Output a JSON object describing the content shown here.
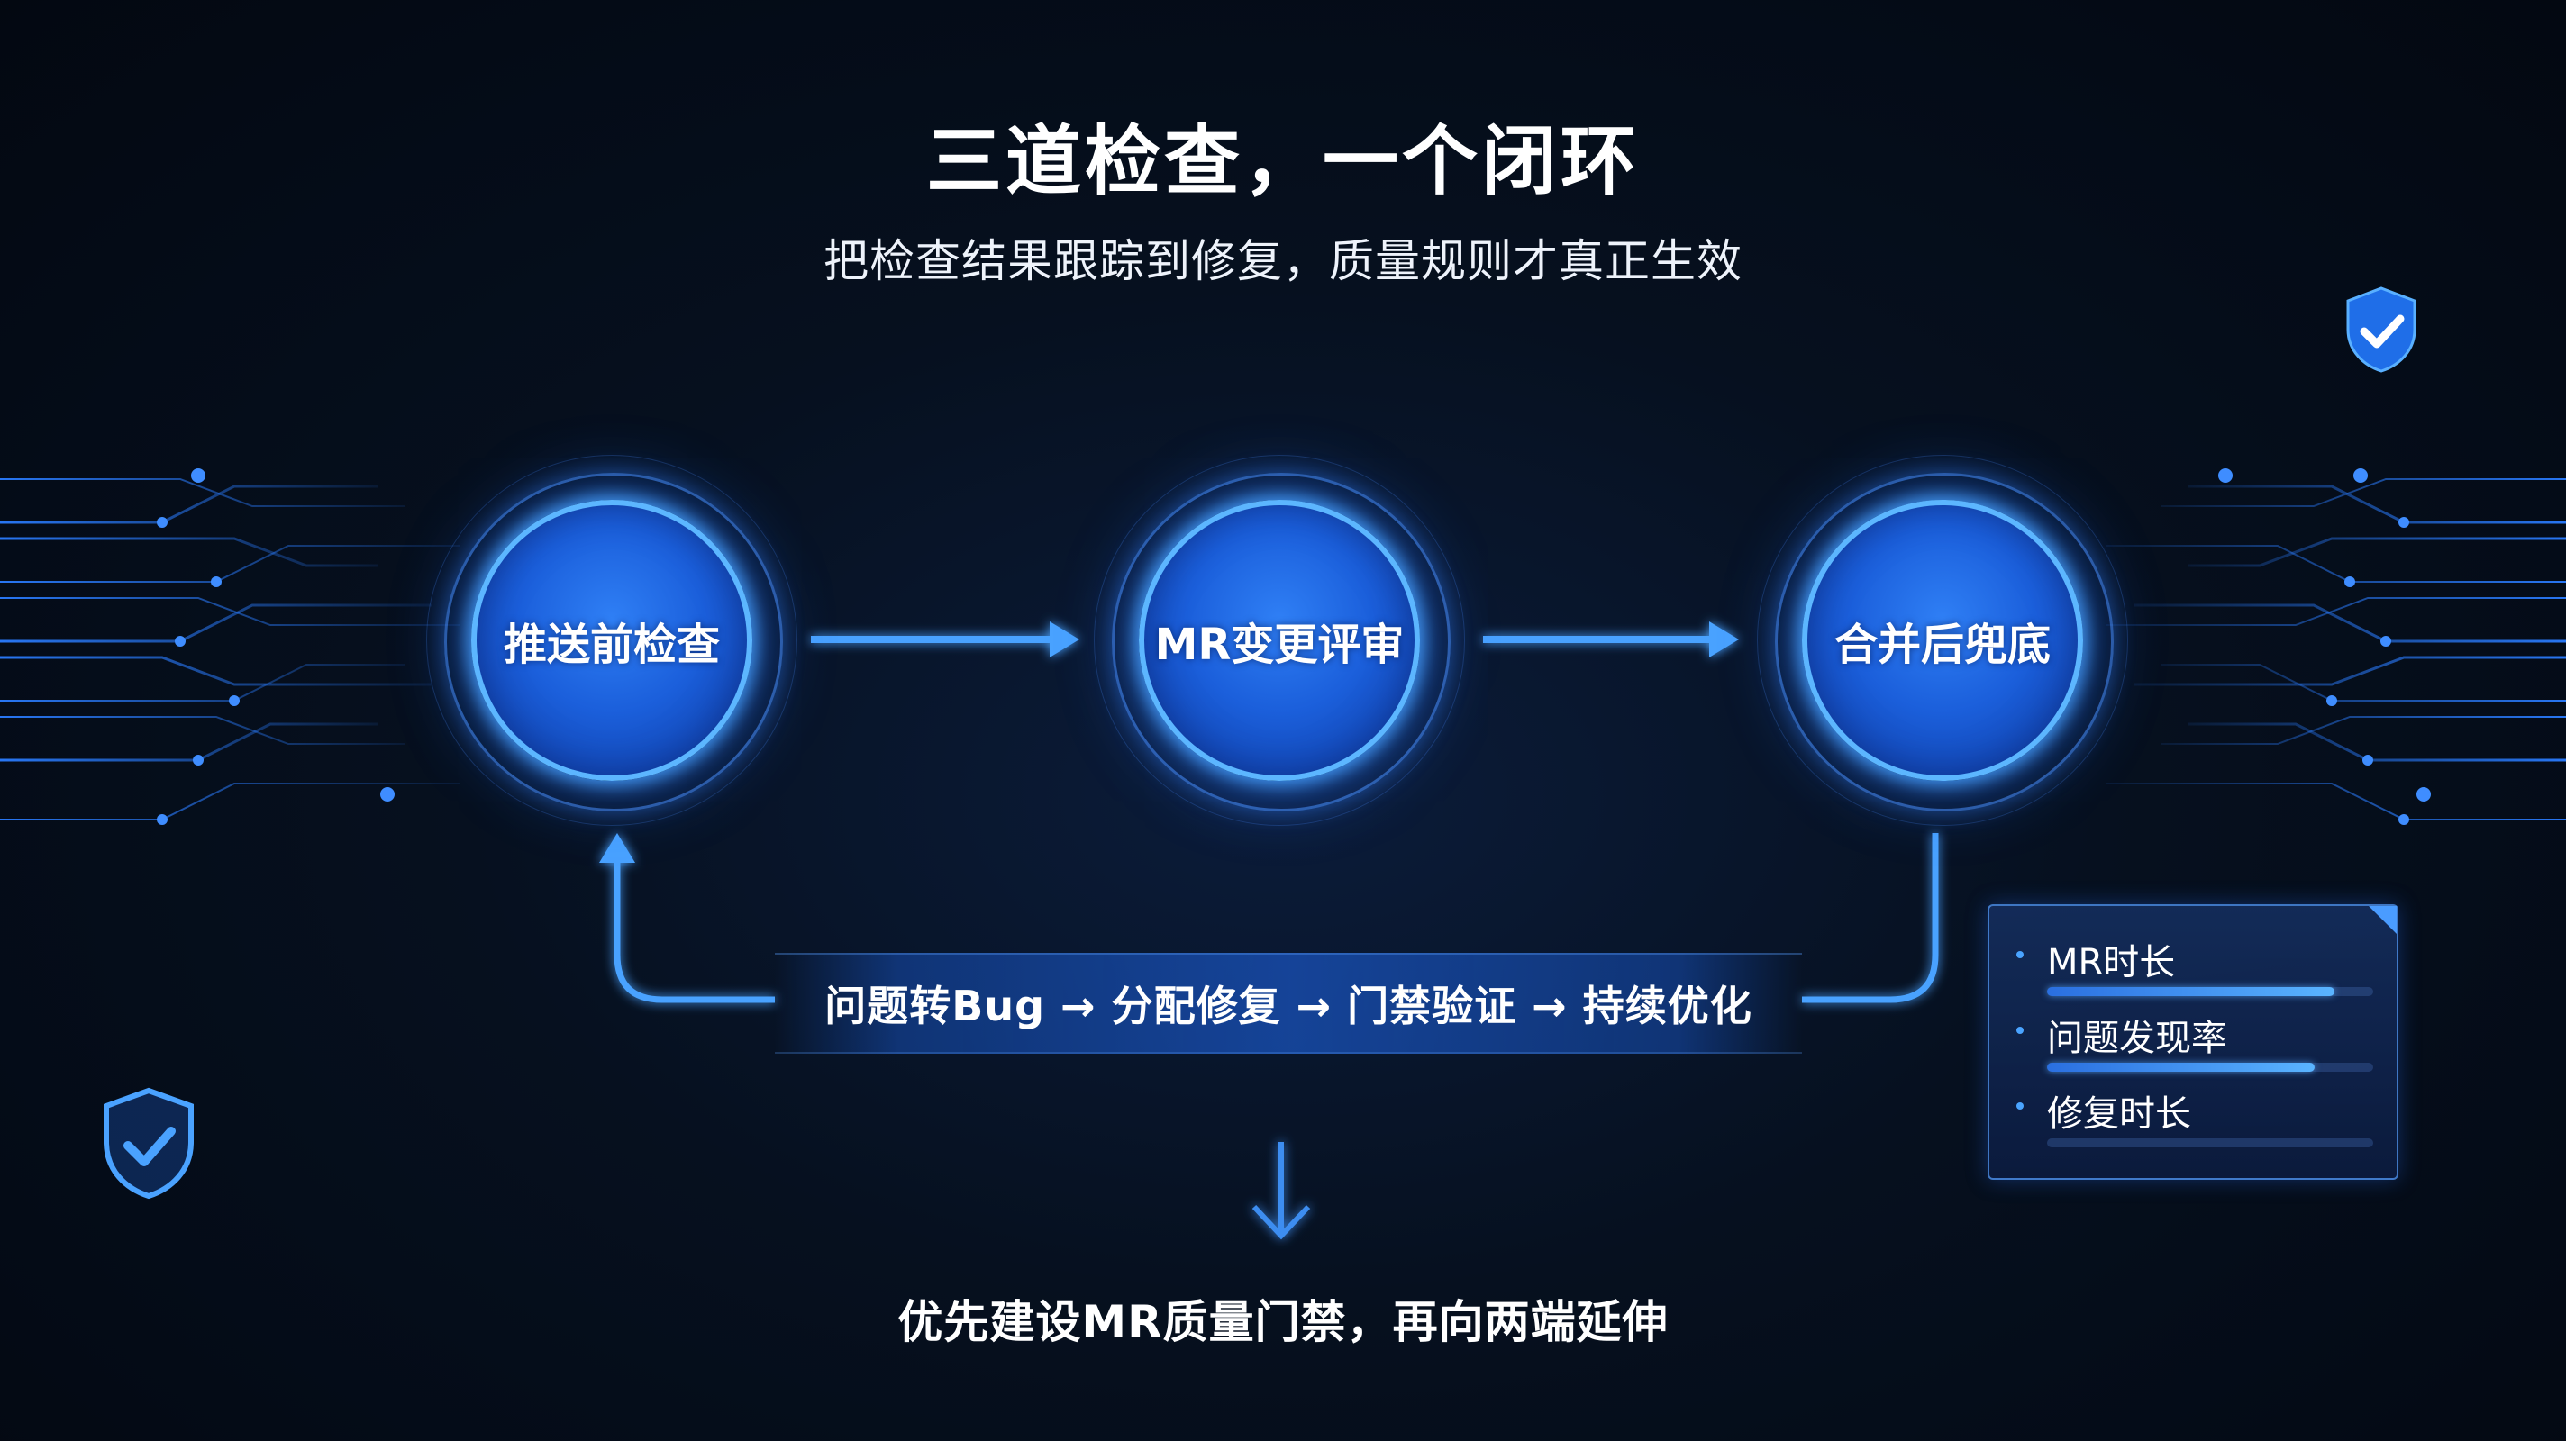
{
  "title": "三道检查，一个闭环",
  "subtitle": "把检查结果跟踪到修复，质量规则才真正生效",
  "stages": [
    {
      "label": "推送前检查"
    },
    {
      "label": "MR变更评审"
    },
    {
      "label": "合并后兜底"
    }
  ],
  "loop_text": "问题转Bug → 分配修复 → 门禁验证 → 持续优化",
  "bottom_text": "优先建设MR质量门禁，再向两端延伸",
  "metrics": [
    {
      "label": "MR时长",
      "level": 0.88
    },
    {
      "label": "问题发现率",
      "level": 0.82
    },
    {
      "label": "修复时长",
      "level": 0.0
    }
  ],
  "icons": {
    "top_right": "shield-check-icon",
    "bottom_left": "shield-check-icon"
  },
  "colors": {
    "background": "#040a16",
    "accent": "#2f7ff5",
    "glow": "#5cb6ff"
  }
}
